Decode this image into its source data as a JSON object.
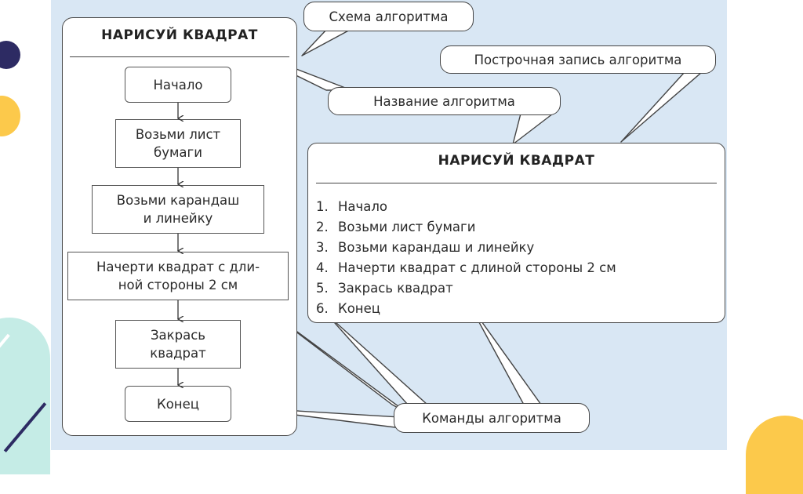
{
  "colors": {
    "panel_background": "#d9e7f4",
    "box_fill": "#ffffff",
    "stroke": "#4a4a4a",
    "decor_navy": "#2d2b63",
    "decor_yellow": "#fcc94b",
    "decor_teal": "#c5ece6"
  },
  "flowchart": {
    "title": "НАРИСУЙ  КВАДРАТ",
    "steps": [
      {
        "text": "Начало",
        "shape": "rounded"
      },
      {
        "text": "Возьми  лист\nбумаги",
        "shape": "rect"
      },
      {
        "text": "Возьми  карандаш\nи  линейку",
        "shape": "rect"
      },
      {
        "text": "Начерти  квадрат  с  дли-\nной  стороны  2  см",
        "shape": "rect"
      },
      {
        "text": "Закрась\nквадрат",
        "shape": "rect"
      },
      {
        "text": "Конец",
        "shape": "rounded"
      }
    ]
  },
  "line_by_line": {
    "title": "НАРИСУЙ  КВАДРАТ",
    "items": [
      {
        "num": "1.",
        "text": "Начало"
      },
      {
        "num": "2.",
        "text": "Возьми  лист  бумаги"
      },
      {
        "num": "3.",
        "text": "Возьми  карандаш  и  линейку"
      },
      {
        "num": "4.",
        "text": "Начерти  квадрат  с  длиной  стороны  2  см"
      },
      {
        "num": "5.",
        "text": "Закрась  квадрат"
      },
      {
        "num": "6.",
        "text": "Конец"
      }
    ]
  },
  "callouts": {
    "scheme": "Схема  алгоритма",
    "line_record": "Построчная  запись  алгоритма",
    "name": "Название  алгоритма",
    "commands": "Команды  алгоритма"
  }
}
